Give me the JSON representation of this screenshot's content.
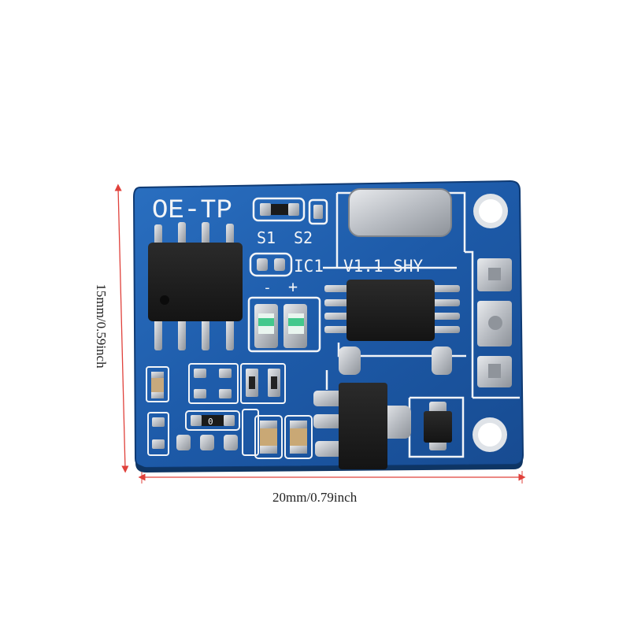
{
  "board": {
    "model_label": "OE-TP",
    "switch_labels": [
      "S1",
      "S2"
    ],
    "ic_label": "IC1",
    "version_label": "V1.1 SHY",
    "polarity_minus": "-",
    "polarity_plus": "+",
    "resistor_code": "0"
  },
  "dimensions": {
    "width_label": "20mm/0.79inch",
    "height_label": "15mm/0.59inch"
  },
  "colors": {
    "pcb": "#1f5fae",
    "silkscreen": "#f2f4f7",
    "pad": "#c9ccd1",
    "chip": "#1a1a1a",
    "dimension_line": "#e0413b",
    "led_green": "#27c07a"
  }
}
